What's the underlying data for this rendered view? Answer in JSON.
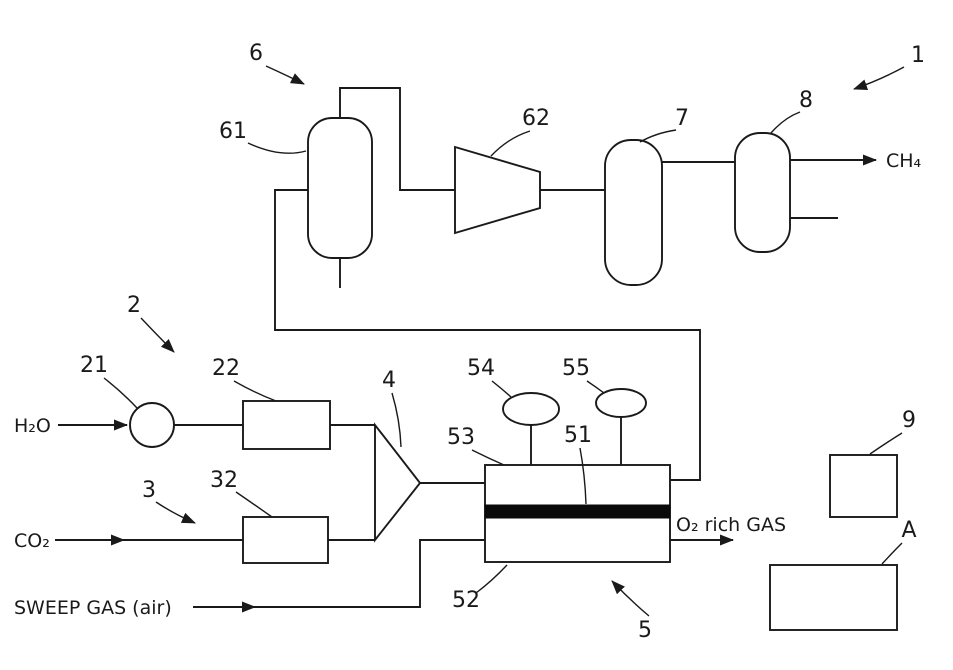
{
  "figure": {
    "ref_labels": {
      "n1": "1",
      "n2": "2",
      "n3": "3",
      "n4": "4",
      "n5": "5",
      "n6": "6",
      "n7": "7",
      "n8": "8",
      "n9": "9",
      "nA": "A",
      "n21": "21",
      "n22": "22",
      "n32": "32",
      "n51": "51",
      "n52": "52",
      "n53": "53",
      "n54": "54",
      "n55": "55",
      "n61": "61",
      "n62": "62"
    },
    "stream_labels": {
      "h2o": "H₂O",
      "co2": "CO₂",
      "sweep_gas": "SWEEP GAS (air)",
      "o2_rich": "O₂ rich GAS",
      "ch4": "CH₄"
    },
    "colors": {
      "line": "#1a1a1a",
      "shape_fill": "#ffffff",
      "membrane_fill": "#0a0a0a",
      "background": "#ffffff"
    }
  }
}
